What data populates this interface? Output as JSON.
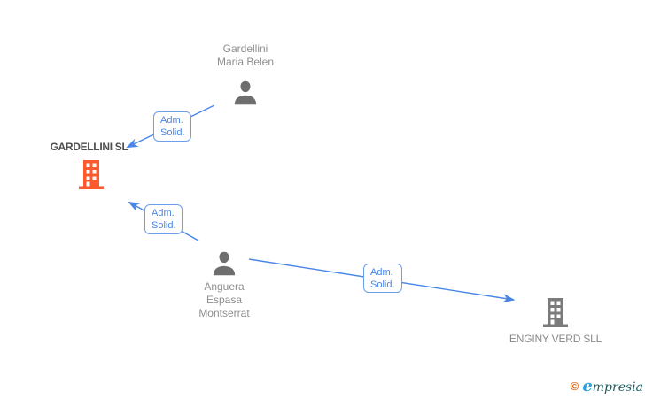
{
  "nodes": {
    "person1": {
      "type": "person",
      "name_line1": "Gardellini",
      "name_line2": "Maria Belen"
    },
    "company1": {
      "type": "company",
      "name": "GARDELLINI SL",
      "highlighted": true
    },
    "person2": {
      "type": "person",
      "name_line1": "Anguera",
      "name_line2": "Espasa",
      "name_line3": "Montserrat"
    },
    "company2": {
      "type": "company",
      "name": "ENGINY VERD SLL",
      "highlighted": false
    }
  },
  "edges": [
    {
      "from": "Gardellini Maria Belen",
      "to": "GARDELLINI SL",
      "label_line1": "Adm.",
      "label_line2": "Solid."
    },
    {
      "from": "Anguera Espasa Montserrat",
      "to": "GARDELLINI SL",
      "label_line1": "Adm.",
      "label_line2": "Solid."
    },
    {
      "from": "Anguera Espasa Montserrat",
      "to": "ENGINY VERD SLL",
      "label_line1": "Adm.",
      "label_line2": "Solid."
    }
  ],
  "colors": {
    "edge_blue": "#4a86e8",
    "edge_label_border": "#6d9eeb",
    "company_highlight_orange": "#fb5a2e",
    "company_gray": "#7b7b7b",
    "person_gray": "#6e6e6e"
  },
  "footer": {
    "copyright": "©",
    "brand_initial": "e",
    "brand_rest": "mpresia"
  }
}
